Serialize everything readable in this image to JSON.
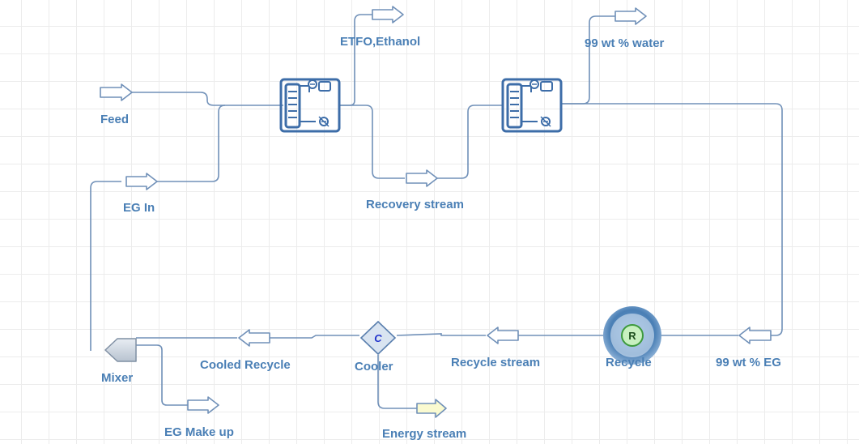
{
  "labels": {
    "feed": "Feed",
    "eg_in": "EG In",
    "etfo_ethanol": "ETFO,Ethanol",
    "water": "99 wt % water",
    "recovery_stream": "Recovery stream",
    "mixer": "Mixer",
    "cooled_recycle": "Cooled Recycle",
    "cooler": "Cooler",
    "recycle_stream": "Recycle stream",
    "recycle": "Recycle",
    "eg_99": "99 wt % EG",
    "eg_makeup": "EG Make up",
    "energy_stream": "Energy stream"
  },
  "glyphs": {
    "cooler": "C",
    "recycle": "R"
  },
  "colors": {
    "line": "#7090b8",
    "unit": "#3d6da8",
    "label": "#4a7fb5",
    "arrow_fill": "#ffffff",
    "energy_fill": "#fafad0",
    "recycle_fill": "#c8f0c0"
  }
}
